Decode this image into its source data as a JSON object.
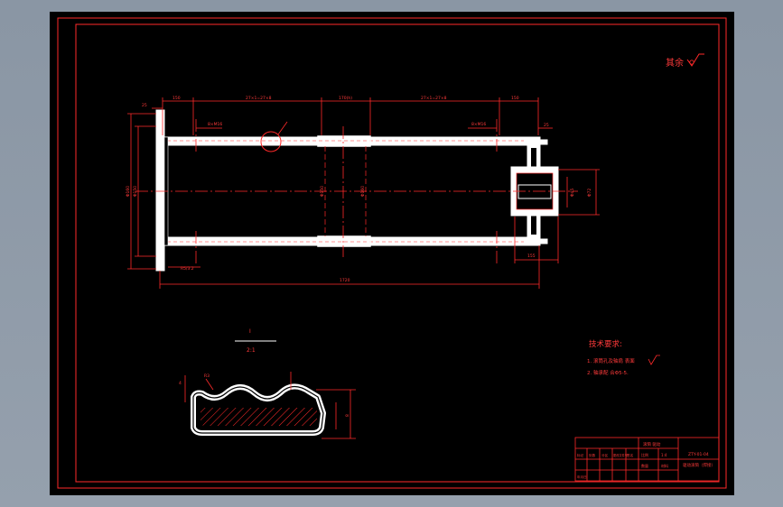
{
  "roughness_note": "其余",
  "detail": {
    "label": "I",
    "scale": "2:1"
  },
  "dims": {
    "d150_left": "150",
    "dim_s1": "27×1=27×8",
    "d170": "170(h)",
    "dim_s2": "27×1=27×8",
    "d150_right": "150",
    "d25_left": "25",
    "d25_right": "25",
    "note_left": "8×M16",
    "note_right": "8×M16",
    "phi_outer": "Φ160",
    "phi_inner": "Φ150",
    "phi_mid1": "Φ150",
    "phi_mid2": "Φ160",
    "phi_hub": "Φ45",
    "phi_hub2": "Φ72",
    "d155": "155",
    "total": "1720",
    "bottom_note": "R5/3.2",
    "det_a": "4",
    "det_b": "R3",
    "det_c": "8"
  },
  "tech": {
    "title": "技术要求:",
    "line1": "1. 滚筒孔及轴肩 表面",
    "line2": "2. 轴承配 合Φ5-5."
  },
  "title_block": {
    "name1": "滚筒 驱动",
    "drawing_no": "ZTY-01-04",
    "part": "驱动滚筒（焊接）",
    "scale_label": "比例",
    "scale": "1:4",
    "qty": "数量",
    "material": "材料",
    "rows": [
      "标记",
      "处数",
      "分区",
      "更改文件号",
      "签名",
      "年月日"
    ]
  },
  "icons": {
    "roughness": "roughness-symbol-icon"
  },
  "colors": {
    "line": "#ff2a2a",
    "solid": "#ffffff",
    "paper": "#000000",
    "window": "#8f9aa8"
  }
}
